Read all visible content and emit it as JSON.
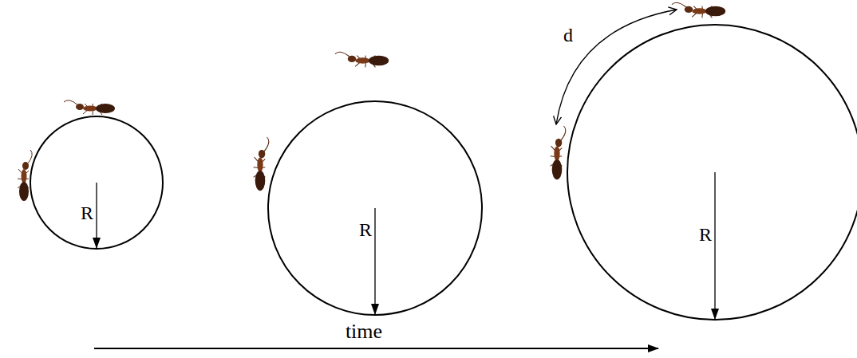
{
  "diagram": {
    "nodes": [
      {
        "text": [
          "R"
        ]
      },
      {
        "text": [
          "R"
        ]
      },
      {
        "text": [
          "R"
        ]
      }
    ],
    "labels": [
      "d",
      "time"
    ]
  }
}
